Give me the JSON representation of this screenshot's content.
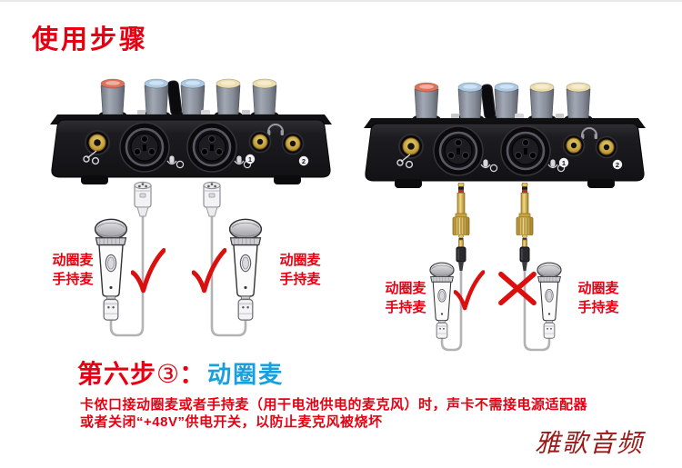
{
  "title": "使用步骤",
  "step": {
    "heading_prefix": "第六步",
    "heading_number": "③",
    "heading_colon": "：",
    "heading_topic": "动圈麦",
    "line1": "卡侬口接动圈麦或者手持麦（用干电池供电的麦克风）时，声卡不需接电源适配器",
    "line2": "或者关闭“+48V”供电开关，以防止麦克风被烧坏"
  },
  "labels": {
    "left_mic1": "动圈麦\n手持麦",
    "left_mic2": "动圈麦\n手持麦",
    "right_mic1": "动圈麦\n手持麦",
    "right_mic2": "动圈麦\n手持麦"
  },
  "marks": {
    "left_mic1": "correct",
    "left_mic2": "correct",
    "right_mic1": "correct",
    "right_mic2": "wrong"
  },
  "device": {
    "headphone_jack_1": "1",
    "headphone_jack_2": "2"
  },
  "watermark": "雅歌音频",
  "colors": {
    "accent_red": "#e60012",
    "accent_blue": "#18a0dc",
    "watermark_red": "#991818",
    "device_black": "#1a1a1d",
    "gold": "#c9a233",
    "cable_gray": "#b3b3b6"
  }
}
